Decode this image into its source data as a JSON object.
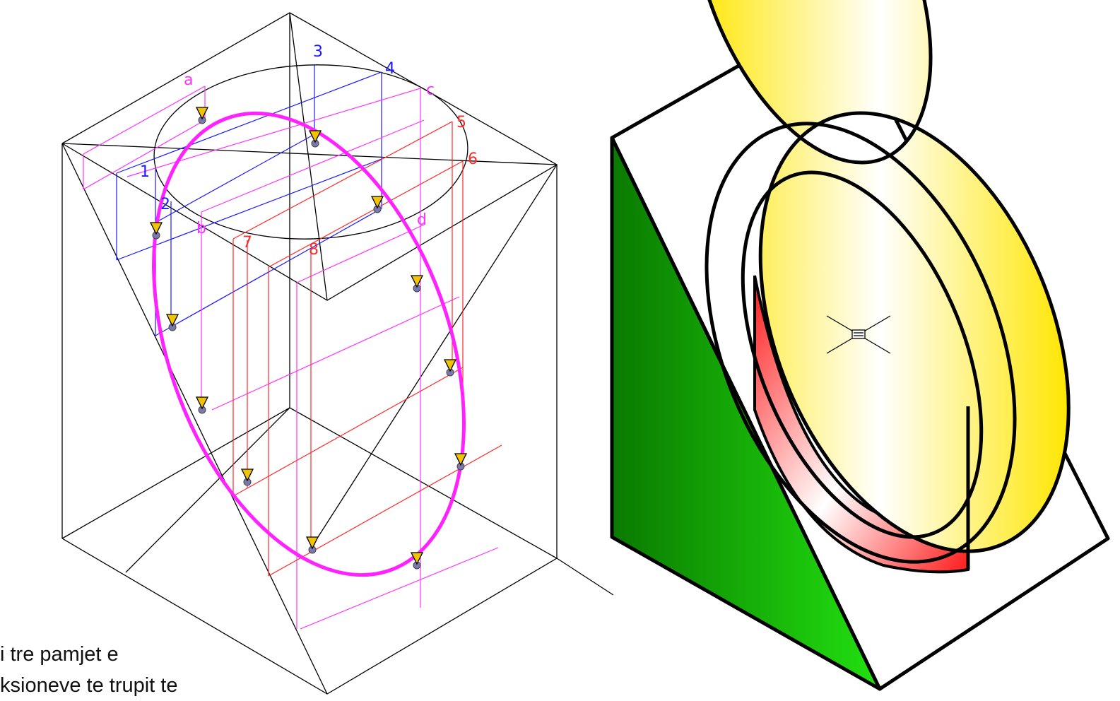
{
  "colors": {
    "construction": "#000000",
    "blue_lines": "#1a1aff",
    "magenta_lines": "#ff33ff",
    "red_lines": "#ff2a2a",
    "ellipse": "#ff22ff",
    "marker": "#f2c300",
    "solid_green": "#18c000",
    "ring_yellow": "#ffee33",
    "ring_red": "#ff2020"
  },
  "labels": {
    "point_1": "1",
    "point_2": "2",
    "point_3": "3",
    "point_4": "4",
    "point_5": "5",
    "point_6": "6",
    "point_7": "7",
    "point_8": "8",
    "point_a": "a",
    "point_b": "b",
    "point_c": "c",
    "point_d": "d"
  },
  "caption": {
    "line1": "i tre pamjet e",
    "line2": "ksionevе te trupit te"
  },
  "icons": {
    "center_marker": "crosshair-icon",
    "section_markers": "triangle-marker-icon"
  }
}
